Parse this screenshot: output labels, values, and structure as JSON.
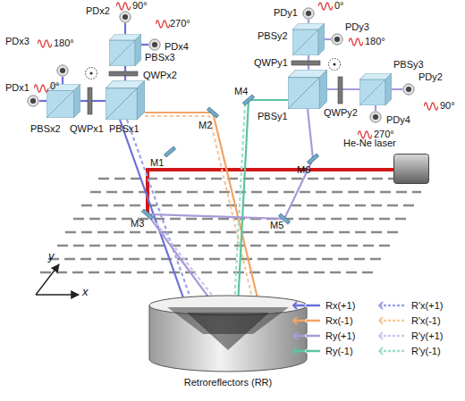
{
  "diagram": {
    "nodes": [
      {
        "text": [
          "He-Ne laser"
        ]
      },
      {
        "text": [
          "Retroreflectors (RR)"
        ]
      }
    ],
    "labels": [
      "PDx3",
      "180°",
      "PDx1",
      "0°",
      "PBSx2",
      "QWPx1",
      "PBSx1",
      "PDx2",
      "90°",
      "270°",
      "PDx4",
      "PBSx3",
      "QWPx2",
      "M1",
      "M2",
      "M3",
      "M4",
      "M5",
      "M6",
      "PDy1",
      "0°",
      "PBSy2",
      "QWPy1",
      "PDy3",
      "180°",
      "PBSy1",
      "QWPy2",
      "PBSy3",
      "PDy2",
      "90°",
      "PDy4",
      "270°",
      "y",
      "x"
    ],
    "legend": [
      {
        "text": "Rx(+1)"
      },
      {
        "text": "R'x(+1)"
      },
      {
        "text": "Rx(-1)"
      },
      {
        "text": "R'x(-1)"
      },
      {
        "text": "Ry(+1)"
      },
      {
        "text": "R'y(+1)"
      },
      {
        "text": "Ry(-1)"
      },
      {
        "text": "R'y(-1)"
      }
    ]
  }
}
